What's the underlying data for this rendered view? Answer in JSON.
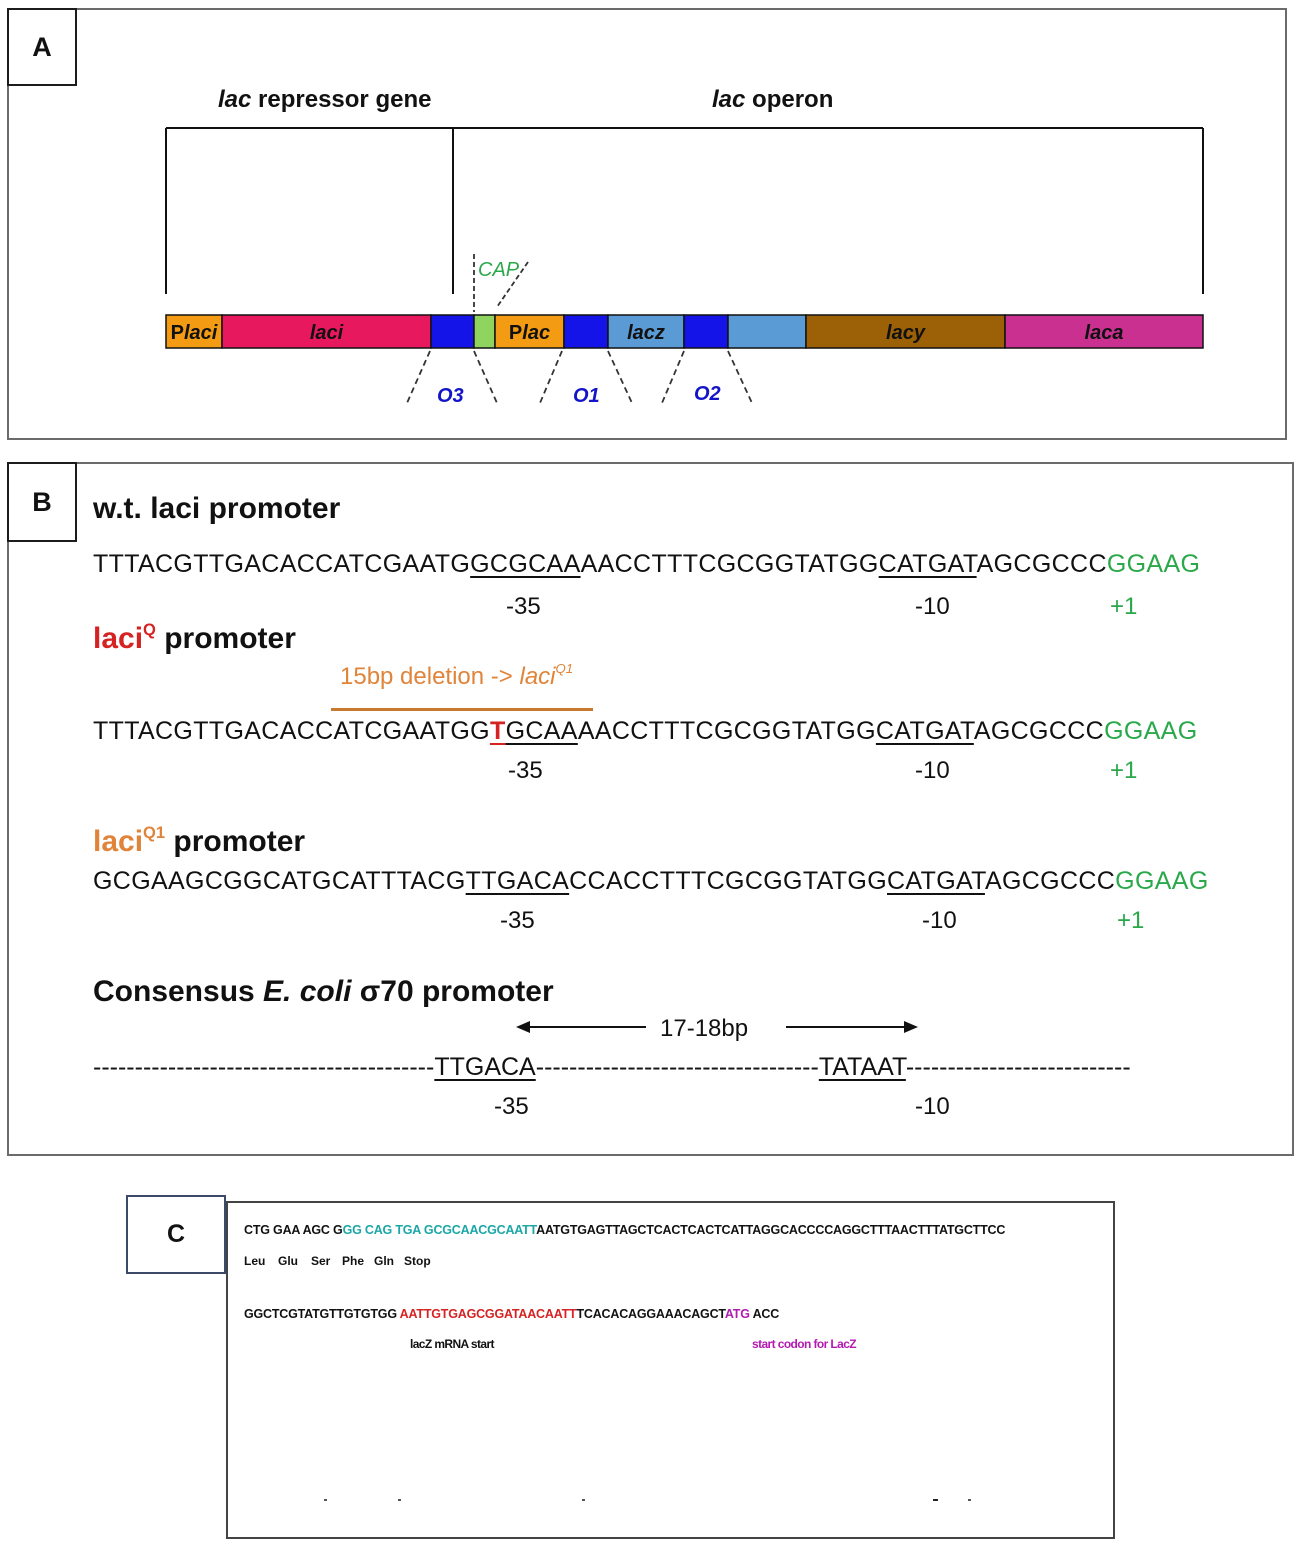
{
  "panelA": {
    "tag": "A",
    "repressor_label_italic": "lac",
    "repressor_label_rest": " repressor gene",
    "operon_label_italic": "lac",
    "operon_label_rest": " operon",
    "cap_label": "CAP",
    "segments": [
      {
        "id": "placi",
        "pre": "P",
        "italic": "laci",
        "color": "#f39b12"
      },
      {
        "id": "laci",
        "pre": "",
        "italic": "laci",
        "color": "#e8185e"
      },
      {
        "id": "o3",
        "pre": "",
        "italic": "",
        "color": "#1414e8"
      },
      {
        "id": "cap",
        "pre": "",
        "italic": "",
        "color": "#8fd45e"
      },
      {
        "id": "plac",
        "pre": "P",
        "italic": "lac",
        "color": "#f39b12"
      },
      {
        "id": "o1",
        "pre": "",
        "italic": "",
        "color": "#1414e8"
      },
      {
        "id": "lacz",
        "pre": "",
        "italic": "lacz",
        "color": "#5b9bd5"
      },
      {
        "id": "o2",
        "pre": "",
        "italic": "",
        "color": "#1414e8"
      },
      {
        "id": "lacz2",
        "pre": "",
        "italic": "",
        "color": "#5b9bd5"
      },
      {
        "id": "lacy",
        "pre": "",
        "italic": "lacy",
        "color": "#9c6107"
      },
      {
        "id": "laca",
        "pre": "",
        "italic": "laca",
        "color": "#c9308f"
      }
    ],
    "operators": [
      "O3",
      "O1",
      "O2"
    ],
    "operator_color": "#1414c8",
    "cap_color": "#2aa84a"
  },
  "panelB": {
    "tag": "B",
    "wt": {
      "title": "w.t. laci promoter",
      "seq_a": "TTTACGTTGACACCATCGAATG",
      "seq_b": "GCGCAA",
      "seq_c": "AACCTTTCGCGGTATGG",
      "seq_d": "CATGAT",
      "seq_e": "AGCGCCC",
      "seq_f": "GGAAG",
      "m35": "-35",
      "m10": "-10",
      "p1": "+1"
    },
    "q": {
      "title_red": "laci",
      "title_sup": "Q",
      "title_rest": " promoter",
      "deletion_text": "15bp deletion -> ",
      "deletion_italic": "laci",
      "deletion_sup": "Q1",
      "seq_a": "TTTACGTTGACACCATCGAATGG",
      "seq_mut": "T",
      "seq_b": "GCAA",
      "seq_c": "AACCTTTCGCGGTATGG",
      "seq_d": "CATGAT",
      "seq_e": "AGCGCCC",
      "seq_f": "GGAAG",
      "m35": "-35",
      "m10": "-10",
      "p1": "+1"
    },
    "q1": {
      "title_orange": "laci",
      "title_sup": "Q1",
      "title_rest": " promoter",
      "seq_a": "GCGAAGCGGCATGCATTTACG",
      "seq_b": "TTGACA",
      "seq_c": "CCACCTTTCGCGGTATGG",
      "seq_d": "CATGAT",
      "seq_e": "AGCGCCC",
      "seq_f": "GGAAG",
      "m35": "-35",
      "m10": "-10",
      "p1": "+1"
    },
    "consensus": {
      "title_a": "Consensus ",
      "title_italic": "E. coli",
      "title_sigma": " σ70 promoter",
      "spacing": "17-18bp",
      "dash_a": "-----------------------------------------",
      "box35": "TTGACA",
      "dash_b": "----------------------------------",
      "box10": "TATAAT",
      "dash_c": "---------------------------",
      "m35": "-35",
      "m10": "-10"
    }
  },
  "panelC": {
    "tag": "C",
    "line1_black": "CTG GAA AGC G",
    "line1_teal": "GG CAG TGA GCGCAACGCAATT",
    "line1_rest": "AATGTGAGTTAGCTCACTCACTCATTAGGCACCCCAGGCTTTAACTTTATGCTTCC",
    "aa": [
      "Leu",
      "Glu",
      "Ser",
      "Phe",
      "Gln",
      "Stop"
    ],
    "line2_black": "GGCTCGTATGTTGTGTGG ",
    "line2_red": "AATTGTGAGCGGATAACAATT",
    "line2_rest": "TCACACAGGAAACAGCT",
    "line2_atg": "ATG",
    "line2_end": " ACC",
    "mrna_label": "lacZ mRNA start",
    "start_label": "start codon for LacZ"
  }
}
